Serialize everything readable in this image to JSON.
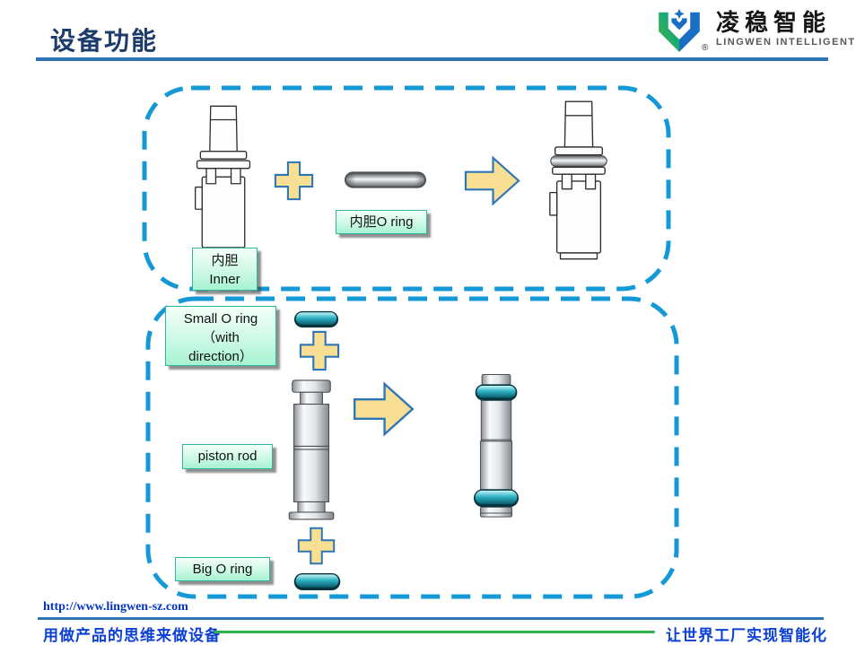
{
  "header": {
    "title": "设备功能"
  },
  "logo": {
    "brand_cn": "凌稳智能",
    "brand_en": "LINGWEN INTELLIGENT",
    "registered_mark": "®"
  },
  "diagram": {
    "step1": {
      "oring_label": "内胆O ring",
      "inner_label": [
        "内胆",
        "Inner"
      ]
    },
    "step2": {
      "small_oring_label": [
        "Small O ring",
        "（with",
        "direction）"
      ],
      "piston_label": "piston rod",
      "big_oring_label": "Big O ring"
    }
  },
  "footer": {
    "url": "http://www.lingwen-sz.com",
    "slogan_left": "用做产品的思维来做设备",
    "slogan_right": "让世界工厂实现智能化"
  },
  "colors": {
    "dashed_border": "#1599D6",
    "shape_fill": "#F8DF93",
    "shape_border": "#2E75B6",
    "label_border": "#2EB69B",
    "teal_ring": "#1691A5",
    "title_text": "#1E3C6B",
    "title_rule": "#2E75B6",
    "footer_text": "#0B3FD6",
    "green_line": "#2CB34A"
  }
}
